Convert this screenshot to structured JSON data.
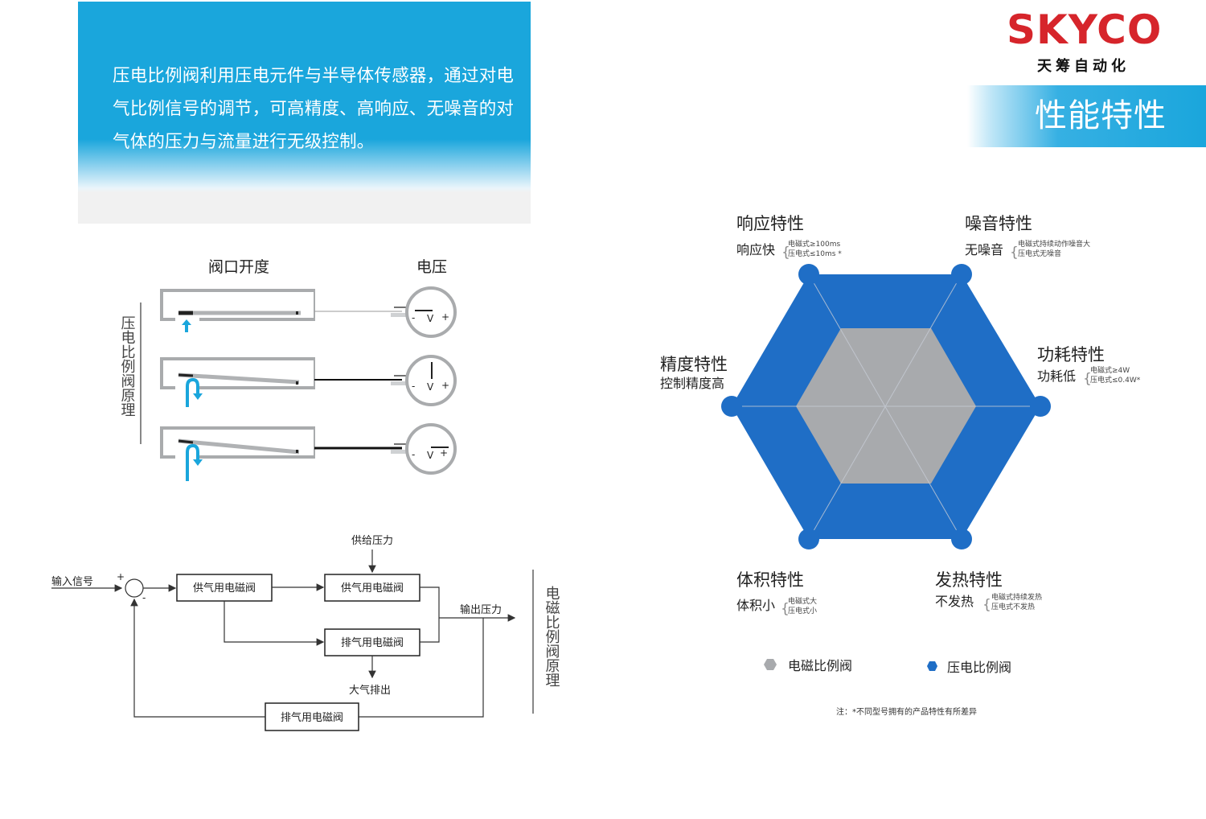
{
  "intro": {
    "text": "压电比例阀利用压电元件与半导体传感器，通过对电气比例信号的调节，可高精度、高响应、无噪音的对气体的压力与流量进行无级控制。"
  },
  "logo": {
    "wordmark": "SKYCO",
    "subtitle": "天筹自动化",
    "colors": {
      "red": "#d6252b"
    }
  },
  "performance": {
    "title": "性能特性"
  },
  "principle_diagram": {
    "col_valve": "阀口开度",
    "col_voltage": "电压",
    "side_label": "压电比例阀原理",
    "meter_minus": "-",
    "meter_v": "V",
    "meter_plus": "+"
  },
  "control_diagram": {
    "input_signal": "输入信号",
    "plus": "+",
    "minus": "-",
    "supply_valve_1": "供气用电磁阀",
    "supply_valve_2": "供气用电磁阀",
    "supply_pressure": "供给压力",
    "exhaust_valve_1": "排气用电磁阀",
    "exhaust_atmosphere": "大气排出",
    "output_pressure": "输出压力",
    "exhaust_valve_2": "排气用电磁阀",
    "side_label": "电磁比例阀原理"
  },
  "radar": {
    "axes": {
      "response": {
        "title": "响应特性",
        "sub": "响应快",
        "note1": "电磁式≥100ms",
        "note2": "压电式≤10ms *"
      },
      "noise": {
        "title": "噪音特性",
        "sub": "无噪音",
        "note1": "电磁式持续动作噪音大",
        "note2": "压电式无噪音"
      },
      "power": {
        "title": "功耗特性",
        "sub": "功耗低",
        "note1": "电磁式≥4W",
        "note2": "压电式≤0.4W*"
      },
      "precision": {
        "title": "精度特性",
        "sub": "控制精度高"
      },
      "volume": {
        "title": "体积特性",
        "sub": "体积小",
        "note1": "电磁式大",
        "note2": "压电式小"
      },
      "heat": {
        "title": "发热特性",
        "sub": "不发热",
        "note1": "电磁式持续发热",
        "note2": "压电式不发热"
      }
    },
    "legend": {
      "electromagnetic": {
        "label": "电磁比例阀",
        "color": "#a8aaad"
      },
      "piezo": {
        "label": "压电比例阀",
        "color": "#1f6ec6"
      }
    },
    "footnote": "注：*不同型号拥有的产品特性有所差异"
  }
}
